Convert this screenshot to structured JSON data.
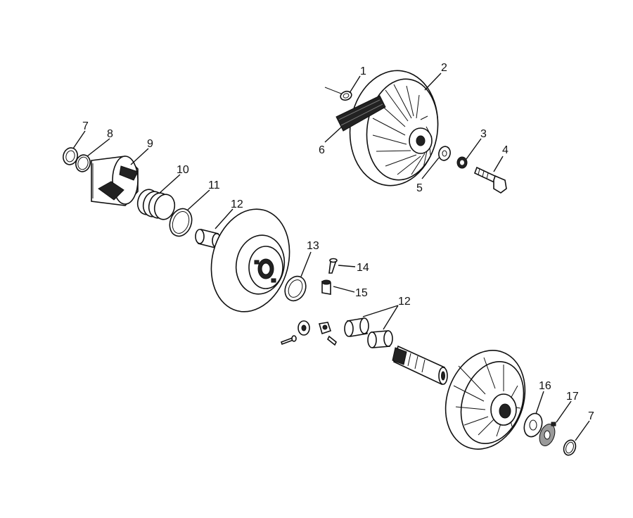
{
  "diagram": {
    "callouts": [
      {
        "id": "1",
        "label": "1"
      },
      {
        "id": "2",
        "label": "2"
      },
      {
        "id": "3",
        "label": "3"
      },
      {
        "id": "4",
        "label": "4"
      },
      {
        "id": "5",
        "label": "5"
      },
      {
        "id": "6",
        "label": "6"
      },
      {
        "id": "7a",
        "label": "7"
      },
      {
        "id": "8",
        "label": "8"
      },
      {
        "id": "9",
        "label": "9"
      },
      {
        "id": "10",
        "label": "10"
      },
      {
        "id": "11",
        "label": "11"
      },
      {
        "id": "12a",
        "label": "12"
      },
      {
        "id": "13",
        "label": "13"
      },
      {
        "id": "14",
        "label": "14"
      },
      {
        "id": "15",
        "label": "15"
      },
      {
        "id": "12b",
        "label": "12"
      },
      {
        "id": "16",
        "label": "16"
      },
      {
        "id": "17",
        "label": "17"
      },
      {
        "id": "7b",
        "label": "7"
      }
    ]
  }
}
